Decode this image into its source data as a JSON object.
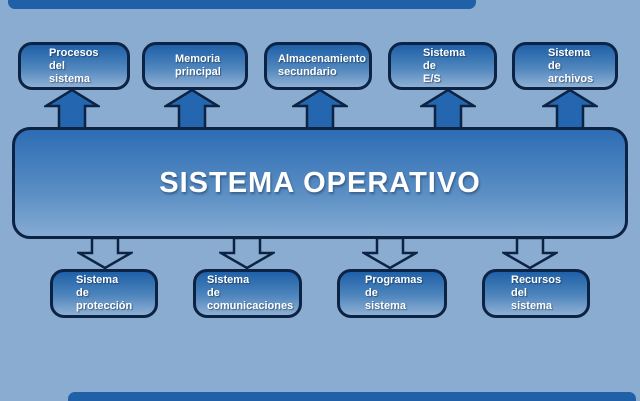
{
  "title": "SISTEMA OPERATIVO",
  "top_row": [
    {
      "label": "Procesos\ndel\nsistema"
    },
    {
      "label": "Memoria\nprincipal"
    },
    {
      "label": "Almacenamiento\nsecundario"
    },
    {
      "label": "Sistema\nde\nE/S"
    },
    {
      "label": "Sistema\nde\narchivos"
    }
  ],
  "bottom_row": [
    {
      "label": "Sistema\nde\nprotección"
    },
    {
      "label": "Sistema\nde\ncomunicaciones"
    },
    {
      "label": "Programas\nde\nsistema"
    },
    {
      "label": "Recursos\ndel\nsistema"
    }
  ],
  "colors": {
    "background": "#8aacd0",
    "box_border": "#0d2344",
    "box_gradient_top": "#1f60a8",
    "box_gradient_bottom": "#8fb0d4",
    "central_gradient_top": "#2d6cb4",
    "central_gradient_bottom": "#86abd3",
    "up_arrow_fill": "#2467b0",
    "down_arrow_fill": "#8aacd0",
    "edge_bar": "#2060a8",
    "text": "#ffffff"
  }
}
